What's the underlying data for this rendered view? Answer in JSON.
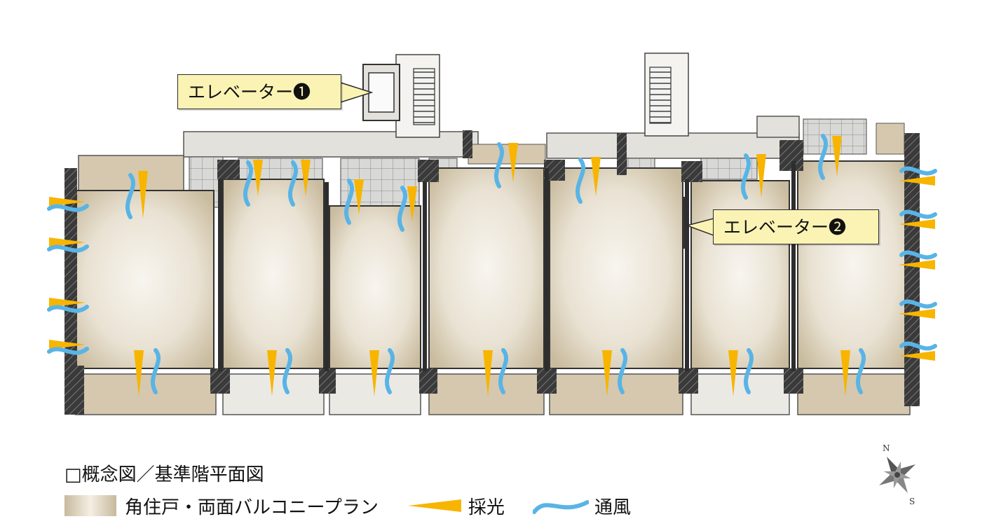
{
  "callouts": {
    "elevator_1": "エレベーター❶",
    "elevator_2": "エレベーター❷"
  },
  "legend": {
    "title": "□概念図／基準階平面図",
    "plan_type": "角住戸・両面バルコニープラン",
    "light": "採光",
    "wind": "通風"
  },
  "compass": {
    "north": "N",
    "south": "S"
  },
  "colors": {
    "light": "#f7b500",
    "wind": "#59b4e6",
    "wall": "#2e2e2e",
    "room_floor": "#efe9dc",
    "room_shade": "#c9bb9e",
    "balcony": "#d5c8ae",
    "corridor": "#e3e1db",
    "callout_fill": "#fbf3b4"
  }
}
